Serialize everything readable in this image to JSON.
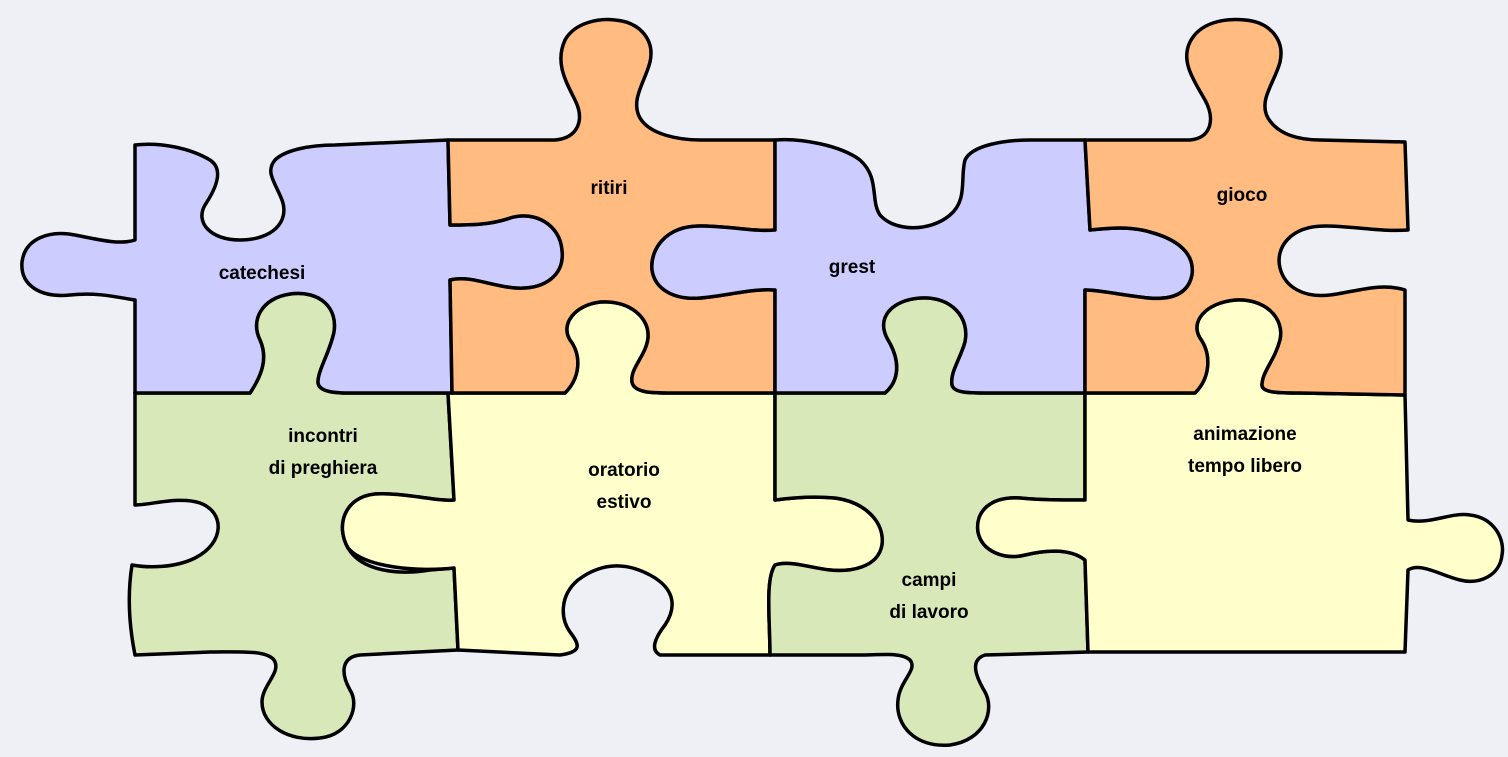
{
  "colors": {
    "background": "#eff0f5",
    "purple": "#ccccff",
    "orange": "#ffbb80",
    "green": "#d9e8b8",
    "yellow": "#ffffcc"
  },
  "pieces": [
    {
      "id": "catechesi",
      "color": "purple",
      "lines": [
        "catechesi"
      ]
    },
    {
      "id": "ritiri",
      "color": "orange",
      "lines": [
        "ritiri"
      ]
    },
    {
      "id": "grest",
      "color": "purple",
      "lines": [
        "grest"
      ]
    },
    {
      "id": "gioco",
      "color": "orange",
      "lines": [
        "gioco"
      ]
    },
    {
      "id": "incontri",
      "color": "green",
      "lines": [
        "incontri",
        "di preghiera"
      ]
    },
    {
      "id": "oratorio",
      "color": "yellow",
      "lines": [
        "oratorio",
        "estivo"
      ]
    },
    {
      "id": "campi",
      "color": "green",
      "lines": [
        "campi",
        "di lavoro"
      ]
    },
    {
      "id": "animazione",
      "color": "yellow",
      "lines": [
        "animazione",
        "tempo libero"
      ]
    }
  ]
}
